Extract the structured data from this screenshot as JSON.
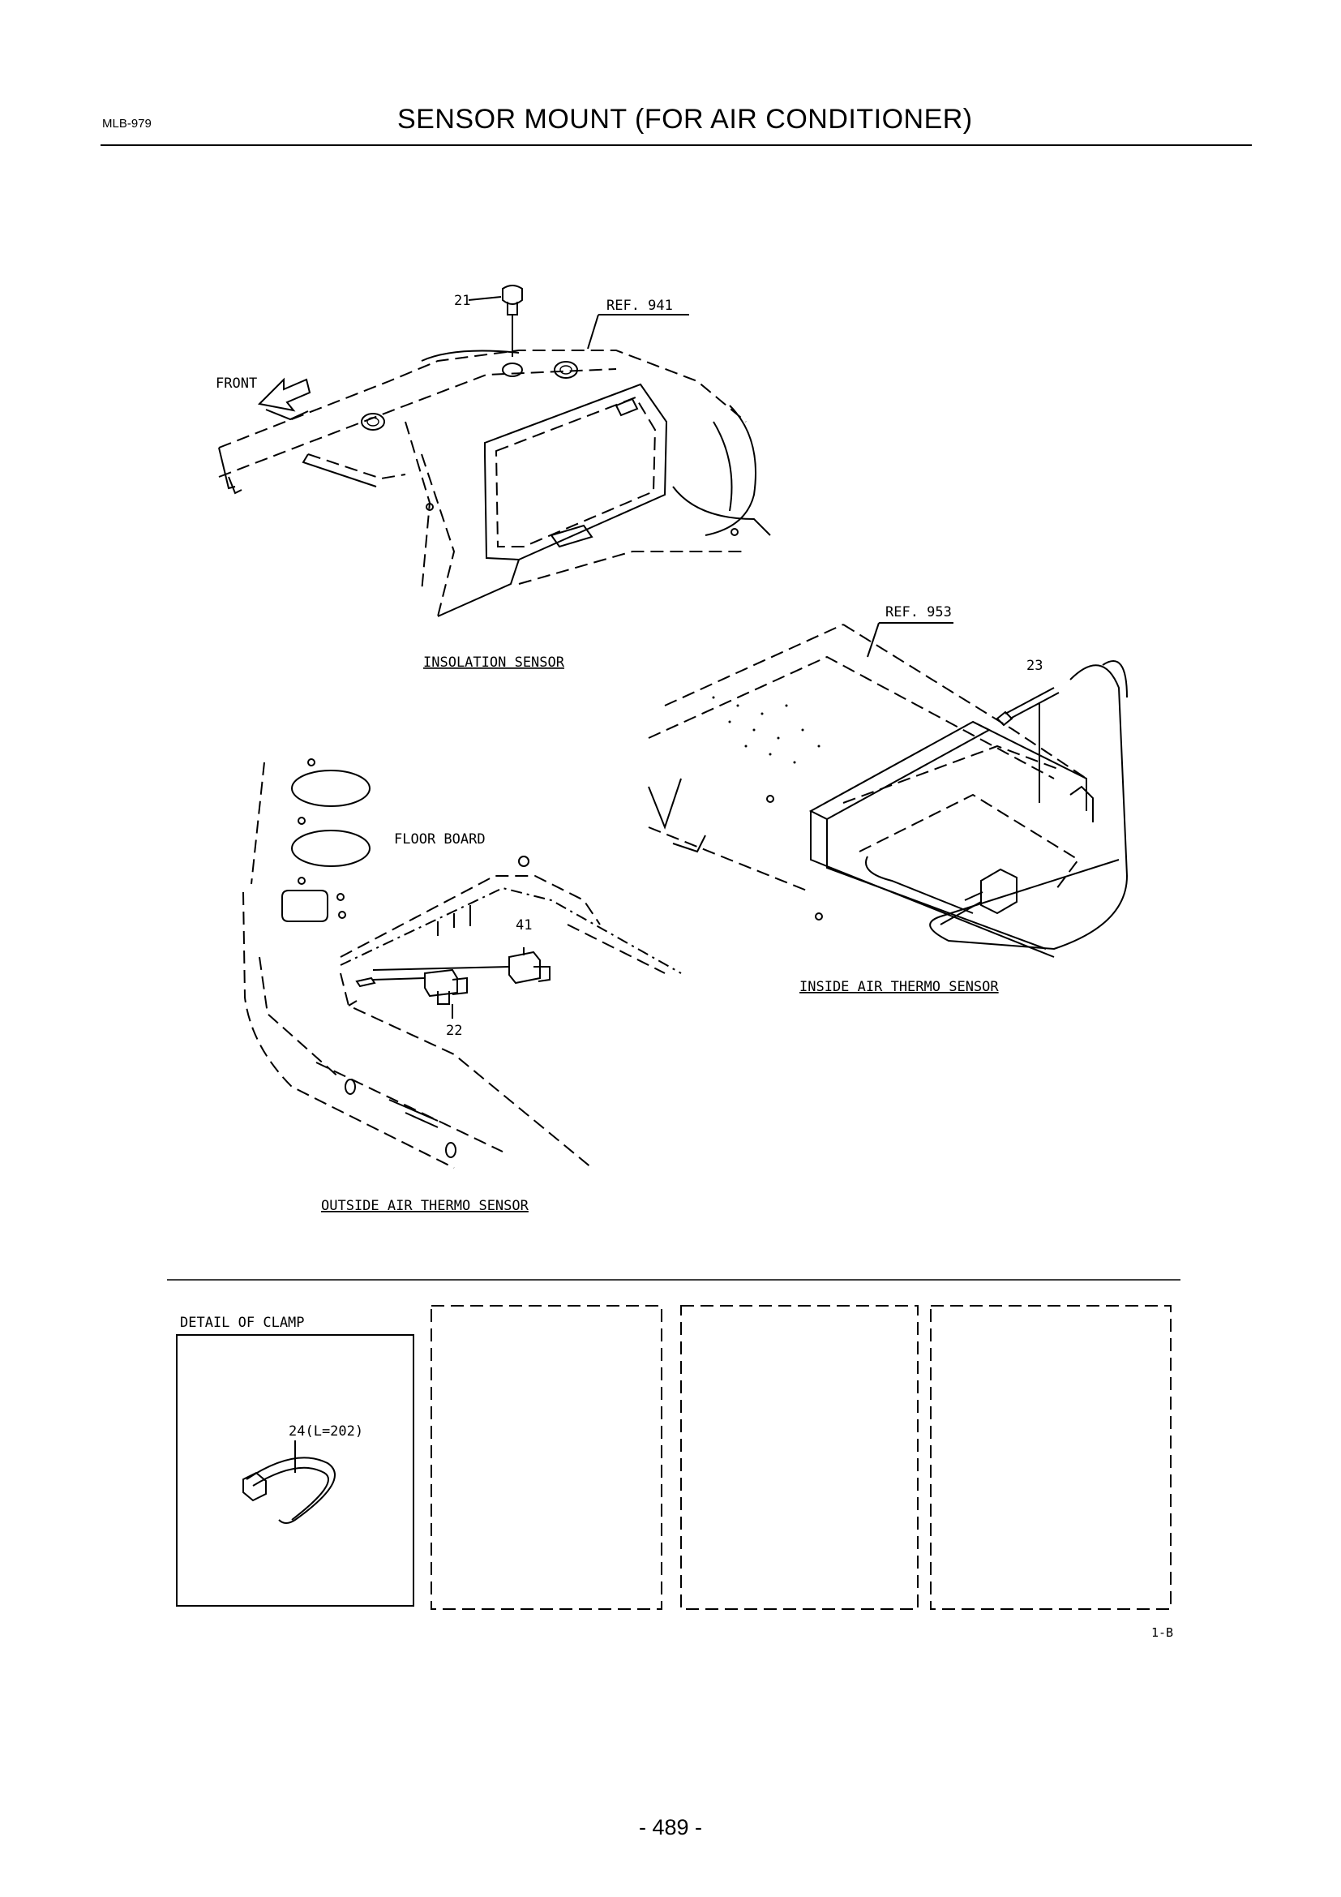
{
  "header": {
    "code": "MLB-979",
    "title": "SENSOR MOUNT (FOR AIR CONDITIONER)"
  },
  "labels": {
    "front": "FRONT",
    "ref_941": "REF. 941",
    "ref_953": "REF. 953",
    "insolation_sensor": "INSOLATION SENSOR",
    "inside_air_thermo_sensor": "INSIDE AIR THERMO SENSOR",
    "floor_board": "FLOOR BOARD",
    "outside_air_thermo_sensor": "OUTSIDE AIR THERMO SENSOR",
    "detail_of_clamp": "DETAIL OF CLAMP"
  },
  "parts": {
    "p21": "21",
    "p22": "22",
    "p23": "23",
    "p24": "24(L=202)",
    "p41": "41"
  },
  "footer": {
    "revision": "1-B",
    "page_number": "- 489 -"
  }
}
